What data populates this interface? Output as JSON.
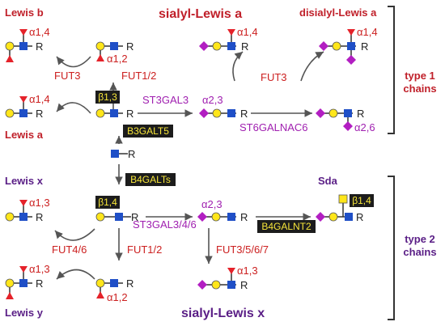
{
  "titles": {
    "lewis_b": "Lewis b",
    "sialyl_lewis_a": "sialyl-Lewis a",
    "disialyl_lewis_a": "disialyl-Lewis a",
    "lewis_a": "Lewis a",
    "lewis_x": "Lewis x",
    "sda": "Sda",
    "lewis_y": "Lewis y",
    "sialyl_lewis_x": "sialyl-Lewis x"
  },
  "chains": {
    "type1_line1": "type 1",
    "type1_line2": "chains",
    "type2_line1": "type 2",
    "type2_line2": "chains"
  },
  "enzymes": {
    "fut3_top": "FUT3",
    "fut12": "FUT1/2",
    "st3gal3": "ST3GAL3",
    "fut3_right": "FUT3",
    "st6galnac6": "ST6GALNAC6",
    "b3galt5": "B3GALT5",
    "b4galts": "B4GALTs",
    "st3gal346": "ST3GAL3/4/6",
    "b4galnt2": "B4GALNT2",
    "fut46": "FUT4/6",
    "fut12_bottom": "FUT1/2",
    "fut3567": "FUT3/5/6/7"
  },
  "linkages": {
    "a14": "α1,4",
    "a12": "α1,2",
    "a13": "α1,3",
    "a23": "α2,3",
    "a26": "α2,6",
    "b13": "β1,3",
    "b14": "β1,4"
  },
  "symbols": {
    "reducing_end": "R"
  },
  "colors": {
    "galactose": "#ffe61a",
    "glcnac": "#1f4fc7",
    "fucose": "#e5222a",
    "sialic_acid": "#b21ec2",
    "galnac": "#ffe61a",
    "title_red": "#c0202a",
    "title_purple": "#5a1e86",
    "enzyme_red": "#cc2020",
    "enzyme_magenta": "#a020b0",
    "highlight_box": "#1c1c1c",
    "highlight_text": "#f7e63a"
  }
}
